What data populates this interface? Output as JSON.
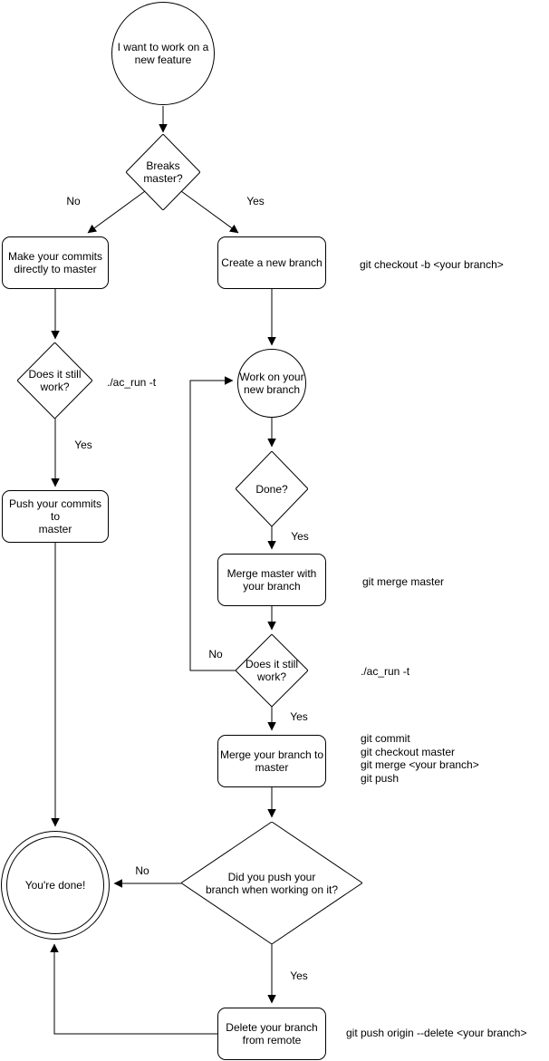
{
  "nodes": {
    "start": {
      "label": "I want to work on a\nnew feature"
    },
    "breaks_master": {
      "label": "Breaks\nmaster?"
    },
    "make_commits": {
      "label": "Make your commits\ndirectly to master"
    },
    "create_branch": {
      "label": "Create a new branch"
    },
    "does_it_work_1": {
      "label": "Does it still\nwork?"
    },
    "push_commits": {
      "label": "Push your commits to\nmaster"
    },
    "work_branch": {
      "label": "Work on your\nnew branch"
    },
    "done_q": {
      "label": "Done?"
    },
    "merge_master": {
      "label": "Merge master with\nyour branch"
    },
    "does_it_work_2": {
      "label": "Does it still\nwork?"
    },
    "merge_branch": {
      "label": "Merge your branch to\nmaster"
    },
    "did_you_push": {
      "label": "Did you push your\nbranch when working on it?"
    },
    "youre_done": {
      "label": "You're done!"
    },
    "delete_branch": {
      "label": "Delete your branch\nfrom remote"
    }
  },
  "edge_labels": {
    "no_breaks": "No",
    "yes_breaks": "Yes",
    "yes_work1": "Yes",
    "yes_done": "Yes",
    "no_work2": "No",
    "yes_work2": "Yes",
    "no_pushed": "No",
    "yes_pushed": "Yes"
  },
  "annotations": {
    "checkout_cmd": "git checkout -b <your branch>",
    "ac_run_1": "./ac_run -t",
    "merge_master_cmd": "git merge master",
    "ac_run_2": "./ac_run -t",
    "merge_branch_cmds": "git commit\ngit checkout master\ngit merge <your branch>\ngit push",
    "delete_cmd": "git push origin --delete <your branch>"
  },
  "colors": {
    "stroke": "#000000",
    "fill": "#ffffff",
    "text": "#000000"
  }
}
